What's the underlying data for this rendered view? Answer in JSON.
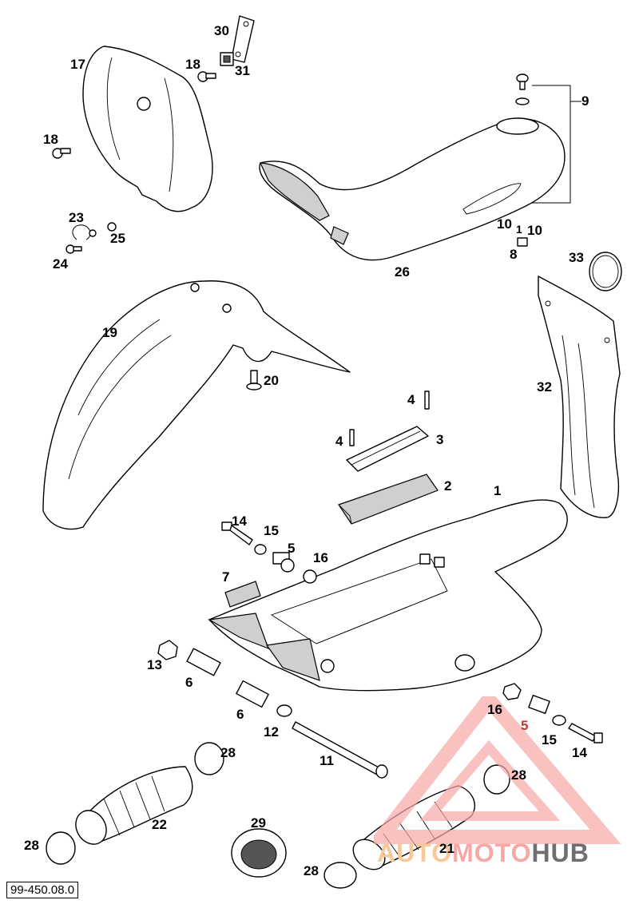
{
  "document_code": "99-450.08.0",
  "watermark": {
    "brand_part_1": "AUTO",
    "brand_part_2": "MOTO",
    "brand_part_3": "HUB",
    "color_part_1": "#f6c89a",
    "color_part_2": "#f7a8a6",
    "color_part_3": "#6f6f6f"
  },
  "callouts": [
    {
      "id": "c30",
      "label": "30"
    },
    {
      "id": "c31",
      "label": "31"
    },
    {
      "id": "c17",
      "label": "17"
    },
    {
      "id": "c18a",
      "label": "18"
    },
    {
      "id": "c18b",
      "label": "18"
    },
    {
      "id": "c9",
      "label": "9"
    },
    {
      "id": "c23",
      "label": "23"
    },
    {
      "id": "c25",
      "label": "25"
    },
    {
      "id": "c24",
      "label": "24"
    },
    {
      "id": "c10a",
      "label": "10"
    },
    {
      "id": "c10b",
      "label": "1"
    },
    {
      "id": "c10c",
      "label": "10"
    },
    {
      "id": "c8",
      "label": "8"
    },
    {
      "id": "c33",
      "label": "33"
    },
    {
      "id": "c26",
      "label": "26"
    },
    {
      "id": "c19",
      "label": "19"
    },
    {
      "id": "c20",
      "label": "20"
    },
    {
      "id": "c32",
      "label": "32"
    },
    {
      "id": "c4a",
      "label": "4"
    },
    {
      "id": "c4b",
      "label": "4"
    },
    {
      "id": "c3",
      "label": "3"
    },
    {
      "id": "c2",
      "label": "2"
    },
    {
      "id": "c1",
      "label": "1"
    },
    {
      "id": "c14a",
      "label": "14"
    },
    {
      "id": "c15a",
      "label": "15"
    },
    {
      "id": "c5a",
      "label": "5"
    },
    {
      "id": "c16a",
      "label": "16"
    },
    {
      "id": "c7",
      "label": "7"
    },
    {
      "id": "c13",
      "label": "13"
    },
    {
      "id": "c6a",
      "label": "6"
    },
    {
      "id": "c6b",
      "label": "6"
    },
    {
      "id": "c12",
      "label": "12"
    },
    {
      "id": "c11",
      "label": "11"
    },
    {
      "id": "c16b",
      "label": "16"
    },
    {
      "id": "c5b",
      "label": "5"
    },
    {
      "id": "c15b",
      "label": "15"
    },
    {
      "id": "c14b",
      "label": "14"
    },
    {
      "id": "c28a",
      "label": "28"
    },
    {
      "id": "c28b",
      "label": "28"
    },
    {
      "id": "c22",
      "label": "22"
    },
    {
      "id": "c29",
      "label": "29"
    },
    {
      "id": "c28c",
      "label": "28"
    },
    {
      "id": "c21",
      "label": "21"
    },
    {
      "id": "c28d",
      "label": "28"
    }
  ]
}
